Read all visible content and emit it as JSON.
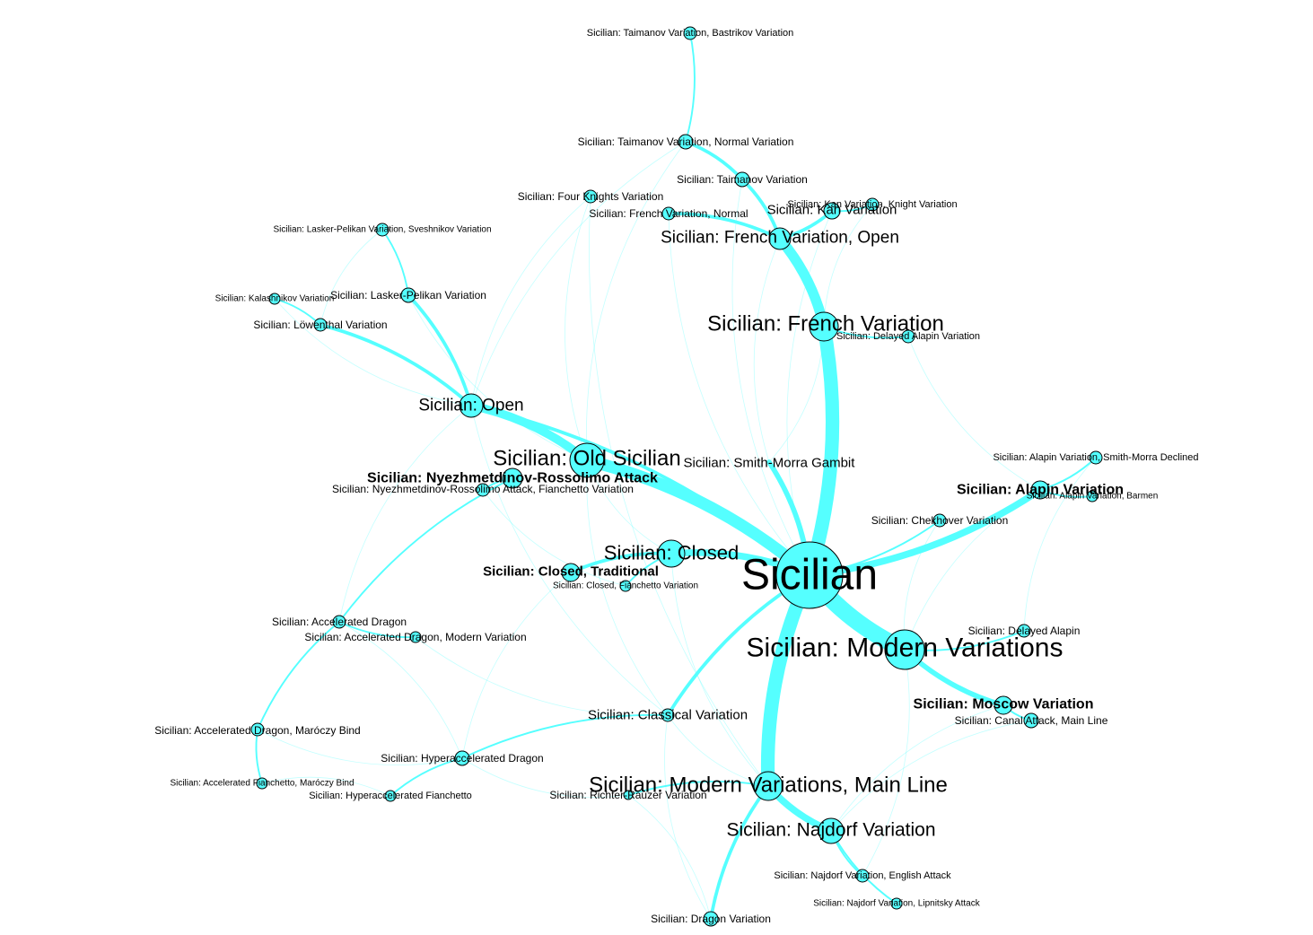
{
  "colors": {
    "node_fill": "#55FFFF",
    "edge_stroke": "#55FFFF",
    "node_outline": "#000000",
    "label": "#000000",
    "background": "#FFFFFF"
  },
  "nodes": [
    {
      "id": "sicilian",
      "label": "Sicilian",
      "weight": 10
    },
    {
      "id": "modern_variations",
      "label": "Sicilian: Modern Variations",
      "weight": 6
    },
    {
      "id": "french_variation",
      "label": "Sicilian: French Variation",
      "weight": 5
    },
    {
      "id": "modern_main_line",
      "label": "Sicilian: Modern Variations, Main Line",
      "weight": 5
    },
    {
      "id": "old_sicilian",
      "label": "Sicilian: Old Sicilian",
      "weight": 5
    },
    {
      "id": "closed",
      "label": "Sicilian: Closed",
      "weight": 4
    },
    {
      "id": "open",
      "label": "Sicilian: Open",
      "weight": 4
    },
    {
      "id": "najdorf",
      "label": "Sicilian: Najdorf Variation",
      "weight": 4
    },
    {
      "id": "french_open",
      "label": "Sicilian: French Variation, Open",
      "weight": 4
    },
    {
      "id": "alapin",
      "label": "Sicilian: Alapin Variation",
      "weight": 3
    },
    {
      "id": "rossolimo",
      "label": "Sicilian: Nyezhmetdinov-Rossolimo Attack",
      "weight": 3
    },
    {
      "id": "moscow",
      "label": "Sicilian: Moscow Variation",
      "weight": 3
    },
    {
      "id": "closed_traditional",
      "label": "Sicilian: Closed, Traditional",
      "weight": 3
    },
    {
      "id": "smith_morra",
      "label": "Sicilian: Smith-Morra Gambit",
      "weight": 2
    },
    {
      "id": "kan",
      "label": "Sicilian: Kan Variation",
      "weight": 2
    },
    {
      "id": "classical",
      "label": "Sicilian: Classical Variation",
      "weight": 2
    },
    {
      "id": "hyperaccel_dragon",
      "label": "Sicilian: Hyperaccelerated Dragon",
      "weight": 2
    },
    {
      "id": "taimanov",
      "label": "Sicilian: Taimanov Variation",
      "weight": 2
    },
    {
      "id": "taimanov_normal",
      "label": "Sicilian: Taimanov Variation, Normal Variation",
      "weight": 2
    },
    {
      "id": "four_knights",
      "label": "Sicilian: Four Knights Variation",
      "weight": 2
    },
    {
      "id": "french_normal",
      "label": "Sicilian: French Variation, Normal",
      "weight": 2
    },
    {
      "id": "lasker_pelikan",
      "label": "Sicilian: Lasker-Pelikan Variation",
      "weight": 2
    },
    {
      "id": "lowenthal",
      "label": "Sicilian: Löwenthal Variation",
      "weight": 2
    },
    {
      "id": "richter_rauzer",
      "label": "Sicilian: Richter-Rauzer Variation",
      "weight": 2
    },
    {
      "id": "dragon",
      "label": "Sicilian: Dragon Variation",
      "weight": 2
    },
    {
      "id": "accel_dragon",
      "label": "Sicilian: Accelerated Dragon",
      "weight": 2
    },
    {
      "id": "chekhover",
      "label": "Sicilian: Chekhover Variation",
      "weight": 2
    },
    {
      "id": "canal_attack",
      "label": "Sicilian: Canal Attack, Main Line",
      "weight": 2
    },
    {
      "id": "taimanov_bastrikov",
      "label": "Sicilian: Taimanov Variation, Bastrikov Variation",
      "weight": 1
    },
    {
      "id": "kan_knight",
      "label": "Sicilian: Kan Variation, Knight Variation",
      "weight": 1
    },
    {
      "id": "lasker_sveshnikov",
      "label": "Sicilian: Lasker-Pelikan Variation, Sveshnikov Variation",
      "weight": 1
    },
    {
      "id": "kalashnikov",
      "label": "Sicilian: Kalashnikov Variation",
      "weight": 1
    },
    {
      "id": "delayed_alapin_var",
      "label": "Sicilian: Delayed Alapin Variation",
      "weight": 1
    },
    {
      "id": "alapin_smith_morra_declined",
      "label": "Sicilian: Alapin Variation, Smith-Morra Declined",
      "weight": 1
    },
    {
      "id": "alapin_barmen",
      "label": "Sicilian: Alapin Variation, Barmen",
      "weight": 1
    },
    {
      "id": "rossolimo_fianchetto",
      "label": "Sicilian: Nyezhmetdinov-Rossolimo Attack, Fianchetto Variation",
      "weight": 1
    },
    {
      "id": "closed_fianchetto",
      "label": "Sicilian: Closed, Fianchetto Variation",
      "weight": 1
    },
    {
      "id": "accel_dragon_modern",
      "label": "Sicilian: Accelerated Dragon, Modern Variation",
      "weight": 1
    },
    {
      "id": "delayed_alapin",
      "label": "Sicilian: Delayed Alapin",
      "weight": 1
    },
    {
      "id": "accel_dragon_maroczy",
      "label": "Sicilian: Accelerated Dragon, Maróczy Bind",
      "weight": 1
    },
    {
      "id": "accel_fianchetto_maroczy",
      "label": "Sicilian: Accelerated Fianchetto, Maróczy Bind",
      "weight": 1
    },
    {
      "id": "hyperaccel_fianchetto",
      "label": "Sicilian: Hyperaccelerated Fianchetto",
      "weight": 1
    },
    {
      "id": "najdorf_english",
      "label": "Sicilian: Najdorf Variation, English Attack",
      "weight": 1
    },
    {
      "id": "najdorf_lipnitsky",
      "label": "Sicilian: Najdorf Variation, Lipnitsky Attack",
      "weight": 1
    }
  ],
  "edges": [
    {
      "source": "sicilian",
      "target": "modern_variations",
      "weight": 10
    },
    {
      "source": "sicilian",
      "target": "modern_main_line",
      "weight": 8
    },
    {
      "source": "sicilian",
      "target": "french_variation",
      "weight": 8
    },
    {
      "source": "sicilian",
      "target": "old_sicilian",
      "weight": 7
    },
    {
      "source": "sicilian",
      "target": "closed",
      "weight": 4
    },
    {
      "source": "sicilian",
      "target": "alapin",
      "weight": 4
    },
    {
      "source": "sicilian",
      "target": "smith_morra",
      "weight": 3
    },
    {
      "source": "sicilian",
      "target": "classical",
      "weight": 2
    },
    {
      "source": "sicilian",
      "target": "chekhover",
      "weight": 1
    },
    {
      "source": "sicilian",
      "target": "open",
      "weight": 2
    },
    {
      "source": "old_sicilian",
      "target": "open",
      "weight": 5
    },
    {
      "source": "french_variation",
      "target": "french_open",
      "weight": 6
    },
    {
      "source": "french_open",
      "target": "taimanov",
      "weight": 2
    },
    {
      "source": "french_open",
      "target": "kan",
      "weight": 2
    },
    {
      "source": "french_open",
      "target": "french_normal",
      "weight": 2
    },
    {
      "source": "taimanov",
      "target": "taimanov_normal",
      "weight": 2
    },
    {
      "source": "taimanov_normal",
      "target": "taimanov_bastrikov",
      "weight": 1
    },
    {
      "source": "kan",
      "target": "kan_knight",
      "weight": 1
    },
    {
      "source": "open",
      "target": "lasker_pelikan",
      "weight": 2
    },
    {
      "source": "open",
      "target": "lowenthal",
      "weight": 2
    },
    {
      "source": "lasker_pelikan",
      "target": "lasker_sveshnikov",
      "weight": 1
    },
    {
      "source": "lowenthal",
      "target": "kalashnikov",
      "weight": 1
    },
    {
      "source": "modern_variations",
      "target": "moscow",
      "weight": 3
    },
    {
      "source": "modern_variations",
      "target": "delayed_alapin",
      "weight": 1
    },
    {
      "source": "moscow",
      "target": "canal_attack",
      "weight": 1
    },
    {
      "source": "modern_main_line",
      "target": "najdorf",
      "weight": 4
    },
    {
      "source": "modern_main_line",
      "target": "dragon",
      "weight": 2
    },
    {
      "source": "modern_main_line",
      "target": "richter_rauzer",
      "weight": 1
    },
    {
      "source": "najdorf",
      "target": "najdorf_english",
      "weight": 1
    },
    {
      "source": "najdorf",
      "target": "najdorf_lipnitsky",
      "weight": 1
    },
    {
      "source": "classical",
      "target": "hyperaccel_dragon",
      "weight": 1
    },
    {
      "source": "accel_dragon",
      "target": "accel_dragon_maroczy",
      "weight": 1
    },
    {
      "source": "accel_dragon",
      "target": "accel_dragon_modern",
      "weight": 1
    },
    {
      "source": "accel_dragon_maroczy",
      "target": "accel_fianchetto_maroczy",
      "weight": 1
    },
    {
      "source": "hyperaccel_dragon",
      "target": "hyperaccel_fianchetto",
      "weight": 1
    },
    {
      "source": "rossolimo",
      "target": "accel_dragon",
      "weight": 1
    },
    {
      "source": "rossolimo",
      "target": "rossolimo_fianchetto",
      "weight": 1
    },
    {
      "source": "closed",
      "target": "closed_traditional",
      "weight": 2
    },
    {
      "source": "closed",
      "target": "closed_fianchetto",
      "weight": 1
    },
    {
      "source": "alapin",
      "target": "alapin_smith_morra_declined",
      "weight": 1
    },
    {
      "source": "alapin",
      "target": "alapin_barmen",
      "weight": 1
    },
    {
      "source": "french_variation",
      "target": "delayed_alapin_var",
      "weight": 1
    }
  ]
}
